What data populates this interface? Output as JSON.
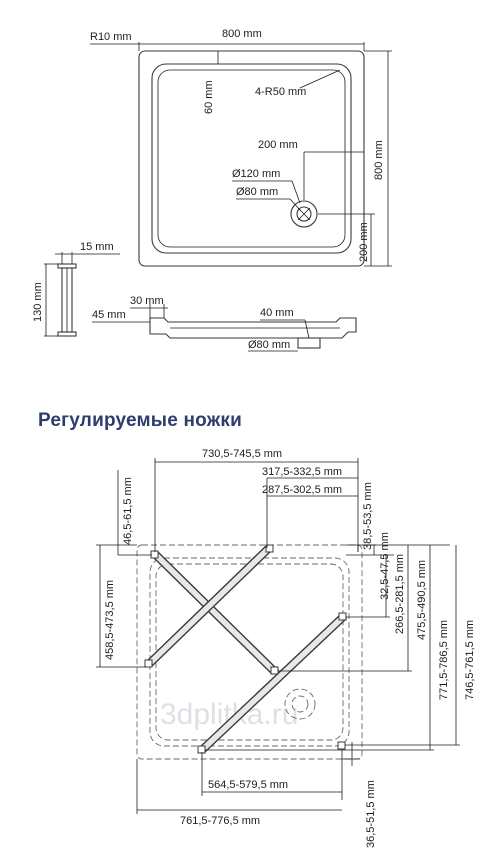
{
  "section_title": "Регулируемые ножки",
  "watermark": "3dplitka.ru",
  "top_view": {
    "width": "800 mm",
    "height": "800 mm",
    "corner_radius": "R10 mm",
    "inner_radius": "4-R50 mm",
    "rim": "60 mm",
    "drain_offset_x": "200 mm",
    "drain_offset_y": "200 mm",
    "drain_outer": "Ø120 mm",
    "drain_inner": "Ø80 mm"
  },
  "side_view": {
    "leg_width": "15 mm",
    "leg_height": "130 mm",
    "rim_width": "30 mm",
    "tray_depth": "45 mm",
    "drain_height": "40 mm",
    "drain_diameter": "Ø80 mm"
  },
  "legs_view": {
    "width_range": "730,5-745,5 mm",
    "offset_a": "317,5-332,5 mm",
    "offset_b": "287,5-302,5 mm",
    "top_margin": "38,5-53,5 mm",
    "left_top": "46,5-61,5 mm",
    "left_span": "458,5-473,5 mm",
    "right_small": "32,5-47,5 mm",
    "right_mid": "266,5-281,5 mm",
    "right_large": "475,5-490,5 mm",
    "right_xl": "771,5-786,5 mm",
    "right_total": "746,5-761,5 mm",
    "bottom_inner": "564,5-579,5 mm",
    "bottom_total": "761,5-776,5 mm",
    "bottom_small": "36,5-51,5 mm"
  }
}
